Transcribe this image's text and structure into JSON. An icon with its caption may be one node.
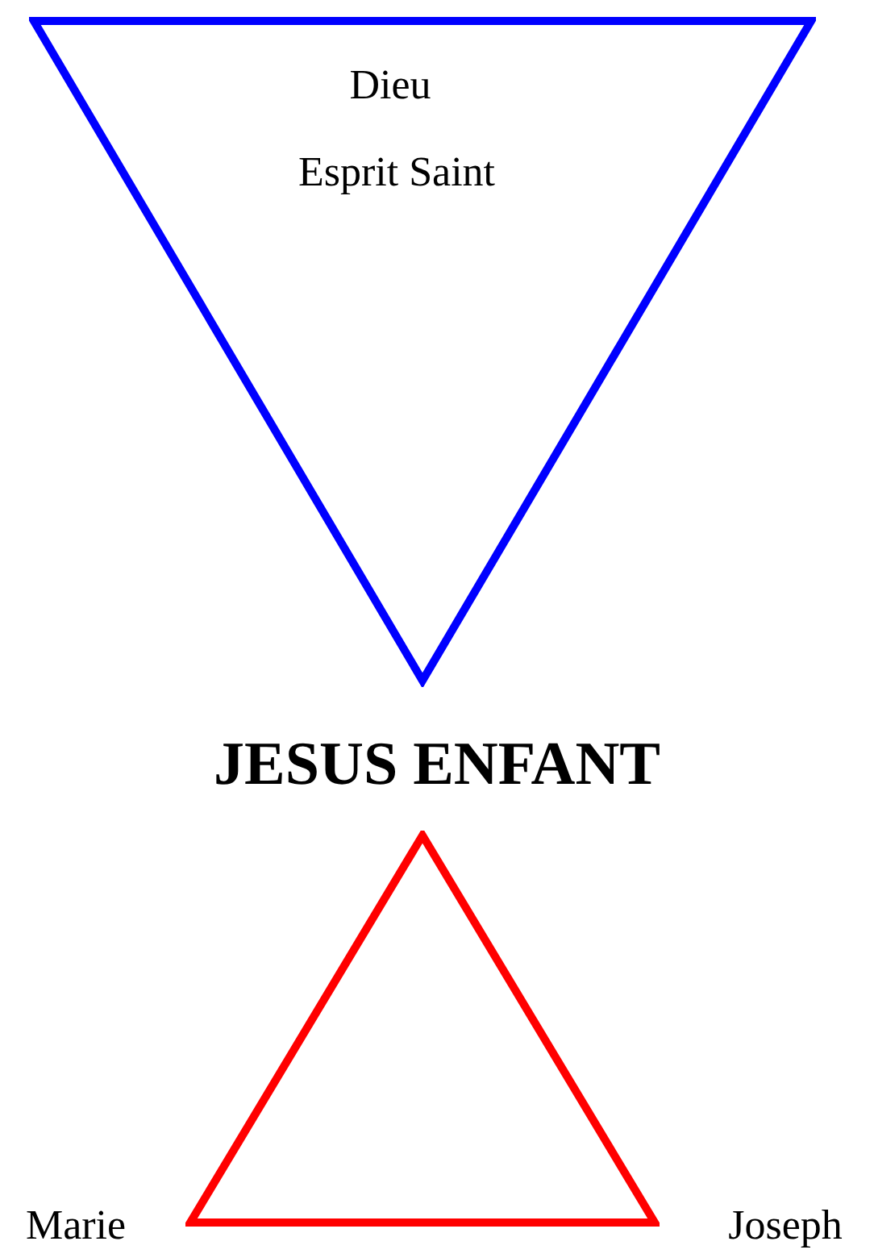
{
  "diagram": {
    "nodes": [
      {
        "text": [
          "Dieu",
          "Esprit Saint"
        ]
      },
      {
        "text": [],
        "shape": "triangle",
        "beside": [
          "Marie",
          "Joseph"
        ]
      }
    ],
    "labels": [
      "JESUS ENFANT"
    ]
  }
}
